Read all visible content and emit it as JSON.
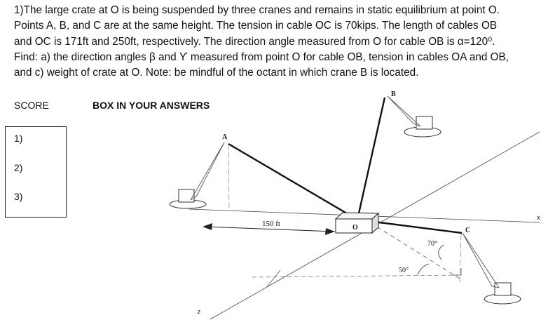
{
  "problem": {
    "lines": [
      "1)The large crate at O is being suspended by three cranes and remains in static equilibrium at point O.",
      "Points A, B, and C  are at the same height.  The tension in cable OC is 70kips.  The length of cables OB",
      "and OC is 171ft and 250ft, respectively.  The direction angle measured from O for cable OB is α=120⁰.",
      "Find: a) the direction angles β and ϒ measured from point O for cable OB, tension in cables OA and OB,",
      "and c) weight of crate at O.  Note: be mindful of the octant in which crane B is located."
    ]
  },
  "score_label": "SCORE",
  "box_label": "BOX IN YOUR ANSWERS",
  "score_items": [
    "1)",
    "2)",
    "3)"
  ],
  "figure": {
    "point_a": "A",
    "point_b": "B",
    "point_c": "C",
    "point_o": "O",
    "axis_x": "x",
    "axis_z": "z",
    "dimension": "150 ft",
    "angle_70": "70°",
    "angle_50": "50°"
  }
}
